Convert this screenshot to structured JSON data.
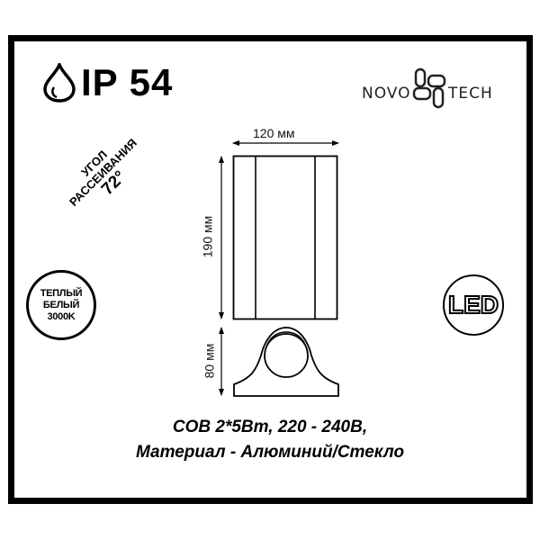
{
  "ip_rating": {
    "icon": "water-drop-icon",
    "label": "IP 54"
  },
  "brand": {
    "name": "NOVOTECH",
    "text": "NOVO TECH"
  },
  "beam_angle": {
    "line1": "УГОЛ",
    "line2": "РАССЕИВАНИЯ",
    "value": "72°"
  },
  "color_temperature": {
    "line1": "ТЕПЛЫЙ",
    "line2": "БЕЛЫЙ",
    "line3": "3000K"
  },
  "led_badge": {
    "label": "LED"
  },
  "dimensions": {
    "width": "120 мм",
    "height": "190 мм",
    "base_height": "80 мм"
  },
  "specs": {
    "line1": "COB 2*5Bт, 220 - 240B,",
    "line2": "Материал - Алюминий/Стекло"
  }
}
